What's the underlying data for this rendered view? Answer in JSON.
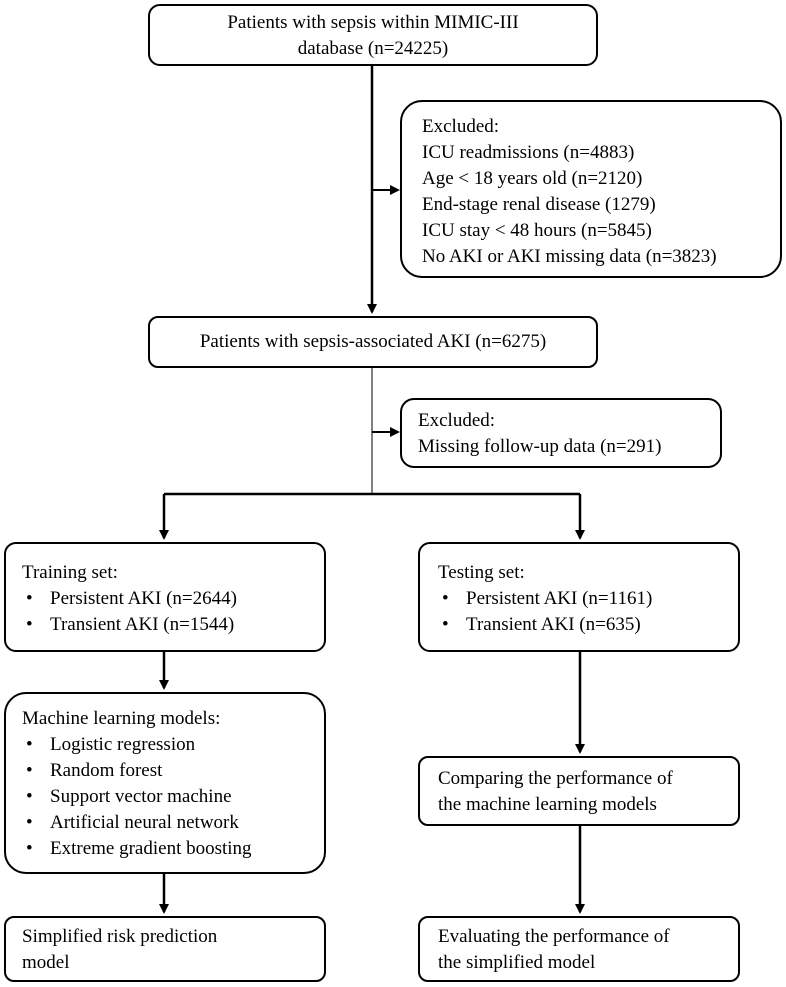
{
  "boxes": {
    "sepsis": {
      "lines": [
        "Patients with sepsis within MIMIC-III",
        "database (n=24225)"
      ]
    },
    "excluded1": {
      "heading": "Excluded:",
      "lines": [
        "ICU readmissions (n=4883)",
        "Age < 18 years old (n=2120)",
        "End-stage renal disease (1279)",
        "ICU stay < 48 hours (n=5845)",
        "No AKI or AKI missing data (n=3823)"
      ]
    },
    "aki": {
      "lines": [
        "Patients with sepsis-associated AKI (n=6275)"
      ]
    },
    "excluded2": {
      "heading": "Excluded:",
      "lines": [
        "Missing follow-up data (n=291)"
      ]
    },
    "training": {
      "heading": "Training set:",
      "bullets": [
        "Persistent AKI (n=2644)",
        "Transient AKI (n=1544)"
      ]
    },
    "testing": {
      "heading": "Testing set:",
      "bullets": [
        "Persistent AKI (n=1161)",
        "Transient AKI (n=635)"
      ]
    },
    "ml": {
      "heading": "Machine learning models:",
      "bullets": [
        "Logistic regression",
        "Random forest",
        "Support vector machine",
        "Artificial neural network",
        "Extreme gradient boosting"
      ]
    },
    "comparing": {
      "lines": [
        "Comparing the performance of",
        "the machine learning models"
      ]
    },
    "simplified": {
      "lines": [
        "Simplified risk prediction",
        "model"
      ]
    },
    "evaluating": {
      "lines": [
        "Evaluating the performance of",
        "the simplified model"
      ]
    }
  },
  "bullet_symbol": "•"
}
